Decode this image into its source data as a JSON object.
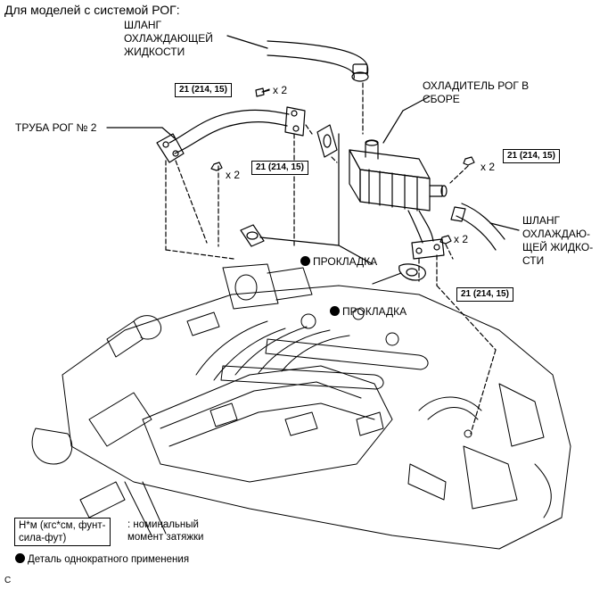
{
  "header": {
    "title": "Для моделей с системой РОГ:"
  },
  "labels": {
    "coolant_hose_top": [
      "ШЛАНГ",
      "ОХЛАЖДАЮЩЕЙ",
      "ЖИДКОСТИ"
    ],
    "egr_cooler": [
      "ОХЛАДИТЕЛЬ РОГ В",
      "СБОРЕ"
    ],
    "egr_pipe": "ТРУБА РОГ № 2",
    "coolant_hose_right": [
      "ШЛАНГ",
      "ОХЛАЖДАЮ-",
      "ЩЕЙ ЖИДКО-",
      "СТИ"
    ],
    "gasket_1": "ПРОКЛАДКА",
    "gasket_2": "ПРОКЛАДКА"
  },
  "torque": {
    "value": "21 (214, 15)",
    "qty": "x 2"
  },
  "legend": {
    "unit_lines": [
      "Н*м (кгс*см, фунт-",
      "сила-фут)"
    ],
    "unit_desc_lines": [
      ": номинальный",
      "момент затяжки"
    ],
    "single_use": "Деталь однократного применения"
  },
  "footer": {
    "code": "C"
  }
}
